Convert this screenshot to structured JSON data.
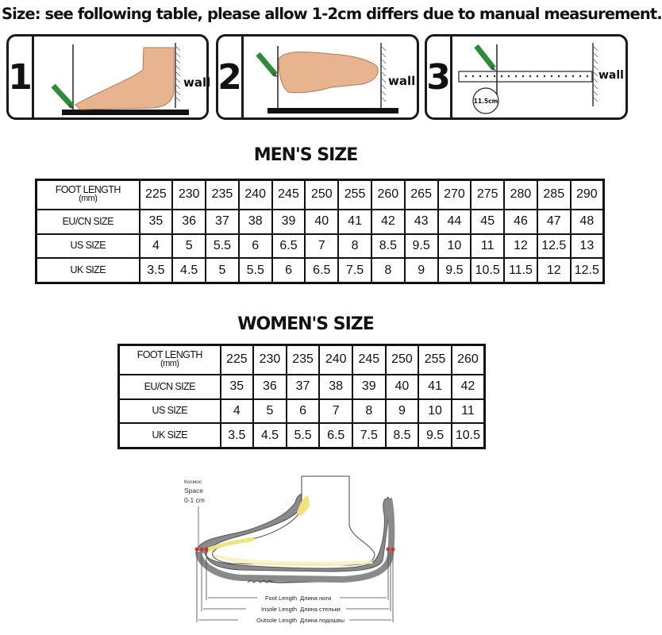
{
  "headline": "Size: see following table, please allow 1-2cm differs due to manual measurement.",
  "steps": [
    {
      "number": "1",
      "wall_label": "wall"
    },
    {
      "number": "2",
      "wall_label": "wall"
    },
    {
      "number": "3",
      "wall_label": "wall",
      "circle_label": "11.5cm"
    }
  ],
  "colors": {
    "pencil": "#2e8b3a",
    "skin": "#e8b48f",
    "insole": "#f1e27a",
    "shoe": "#8a8a8a",
    "marker": "#d9312b"
  },
  "mens": {
    "title": "MEN'S SIZE",
    "row_labels": {
      "foot_length": "FOOT LENGTH",
      "foot_length_unit": "(mm)",
      "eu": "EU/CN SIZE",
      "us": "US SIZE",
      "uk": "UK SIZE"
    },
    "foot_length": [
      "225",
      "230",
      "235",
      "240",
      "245",
      "250",
      "255",
      "260",
      "265",
      "270",
      "275",
      "280",
      "285",
      "290"
    ],
    "eu": [
      "35",
      "36",
      "37",
      "38",
      "39",
      "40",
      "41",
      "42",
      "43",
      "44",
      "45",
      "46",
      "47",
      "48"
    ],
    "us": [
      "4",
      "5",
      "5.5",
      "6",
      "6.5",
      "7",
      "8",
      "8.5",
      "9.5",
      "10",
      "11",
      "12",
      "12.5",
      "13"
    ],
    "uk": [
      "3.5",
      "4.5",
      "5",
      "5.5",
      "6",
      "6.5",
      "7.5",
      "8",
      "9",
      "9.5",
      "10.5",
      "11.5",
      "12",
      "12.5"
    ]
  },
  "womens": {
    "title": "WOMEN'S SIZE",
    "row_labels": {
      "foot_length": "FOOT LENGTH",
      "foot_length_unit": "(mm)",
      "eu": "EU/CN SIZE",
      "us": "US SIZE",
      "uk": "UK SIZE"
    },
    "foot_length": [
      "225",
      "230",
      "235",
      "240",
      "245",
      "250",
      "255",
      "260"
    ],
    "eu": [
      "35",
      "36",
      "37",
      "38",
      "39",
      "40",
      "41",
      "42"
    ],
    "us": [
      "4",
      "5",
      "6",
      "7",
      "8",
      "9",
      "10",
      "11"
    ],
    "uk": [
      "3.5",
      "4.5",
      "5.5",
      "6.5",
      "7.5",
      "8.5",
      "9.5",
      "10.5"
    ]
  },
  "diagram": {
    "space_label_ru": "Космос",
    "space_label": "Space",
    "space_value": "0-1 cm",
    "foot_length": "Foot Length",
    "foot_length_ru": "Длина ноги",
    "insole_length": "Insole Length",
    "insole_length_ru": "Длина стельки",
    "outsole_length": "Outsole Length",
    "outsole_length_ru": "Длина подошвы"
  }
}
